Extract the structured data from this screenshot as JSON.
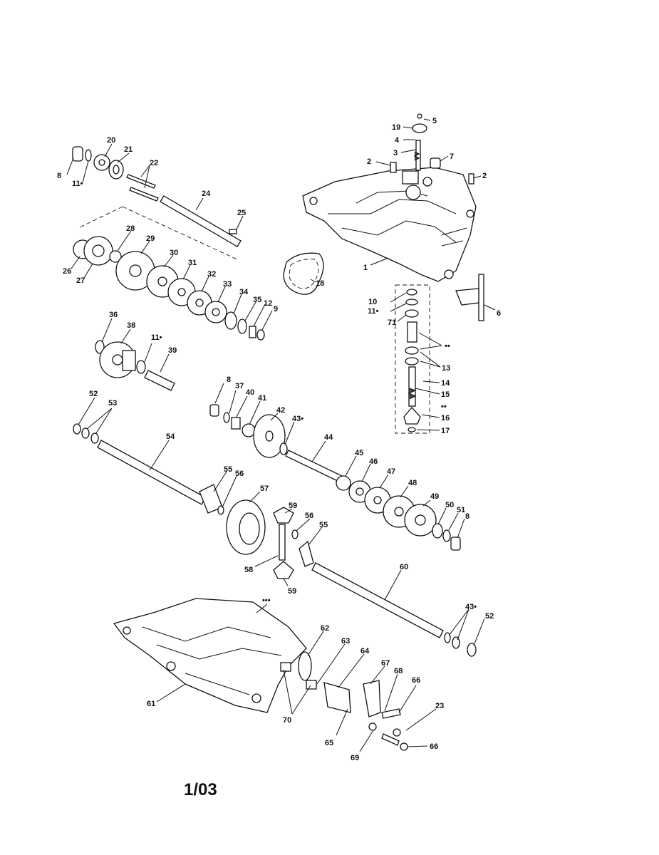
{
  "page_label": "1/03",
  "callouts": [
    "1",
    "2",
    "2",
    "3",
    "4",
    "5",
    "6",
    "7",
    "8",
    "8",
    "8",
    "9",
    "10",
    "11•",
    "11•",
    "11•",
    "12",
    "13",
    "14",
    "15",
    "16",
    "17",
    "18",
    "19",
    "20",
    "21",
    "22",
    "23",
    "24",
    "25",
    "26",
    "27",
    "28",
    "29",
    "30",
    "31",
    "32",
    "33",
    "34",
    "35",
    "36",
    "37",
    "38",
    "39",
    "40",
    "41",
    "42",
    "43•",
    "43•",
    "44",
    "45",
    "46",
    "47",
    "48",
    "49",
    "50",
    "51",
    "52",
    "52",
    "53",
    "54",
    "55",
    "55",
    "56",
    "56",
    "57",
    "58",
    "59",
    "59",
    "60",
    "61",
    "62",
    "63",
    "64",
    "65",
    "66",
    "66",
    "67",
    "68",
    "69",
    "70",
    "71",
    "••",
    "••",
    "•••"
  ]
}
